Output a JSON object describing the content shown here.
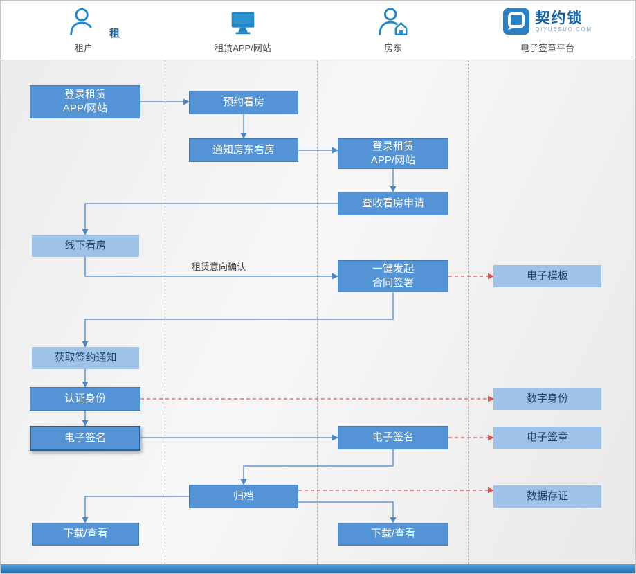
{
  "lanes": [
    {
      "label": "租户",
      "badge": "租"
    },
    {
      "label": "租赁APP/网站"
    },
    {
      "label": "房东"
    },
    {
      "label": "电子签章平台",
      "brand": "契约锁",
      "brand_domain": "QIYUESUO.COM"
    }
  ],
  "nodes": [
    {
      "id": "tenant-login",
      "label": "登录租赁\nAPP/网站"
    },
    {
      "id": "book-viewing",
      "label": "预约看房"
    },
    {
      "id": "notify-landlord-viewing",
      "label": "通知房东看房"
    },
    {
      "id": "landlord-login",
      "label": "登录租赁\nAPP/网站"
    },
    {
      "id": "check-viewing-request",
      "label": "查收看房申请"
    },
    {
      "id": "offline-viewing",
      "label": "线下看房"
    },
    {
      "id": "initiate-contract-signing",
      "label": "一键发起\n合同签署"
    },
    {
      "id": "e-template",
      "label": "电子模板"
    },
    {
      "id": "get-signing-notice",
      "label": "获取签约通知"
    },
    {
      "id": "verify-identity",
      "label": "认证身份"
    },
    {
      "id": "digital-identity",
      "label": "数字身份"
    },
    {
      "id": "tenant-esign",
      "label": "电子签名"
    },
    {
      "id": "landlord-esign",
      "label": "电子签名"
    },
    {
      "id": "e-seal",
      "label": "电子签章"
    },
    {
      "id": "archive",
      "label": "归档"
    },
    {
      "id": "data-evidence",
      "label": "数据存证"
    },
    {
      "id": "tenant-download",
      "label": "下载/查看"
    },
    {
      "id": "landlord-download",
      "label": "下载/查看"
    }
  ],
  "edge_labels": [
    {
      "text": "租赁意向确认"
    }
  ],
  "colors": {
    "node_dark": "#5494d6",
    "node_dark_border": "#3e7bbb",
    "node_light": "#9fc3e8",
    "arrow_blue": "#4a86c8",
    "arrow_red": "#e05252",
    "icon_blue": "#1d87c9",
    "brand_blue": "#1565ab"
  }
}
